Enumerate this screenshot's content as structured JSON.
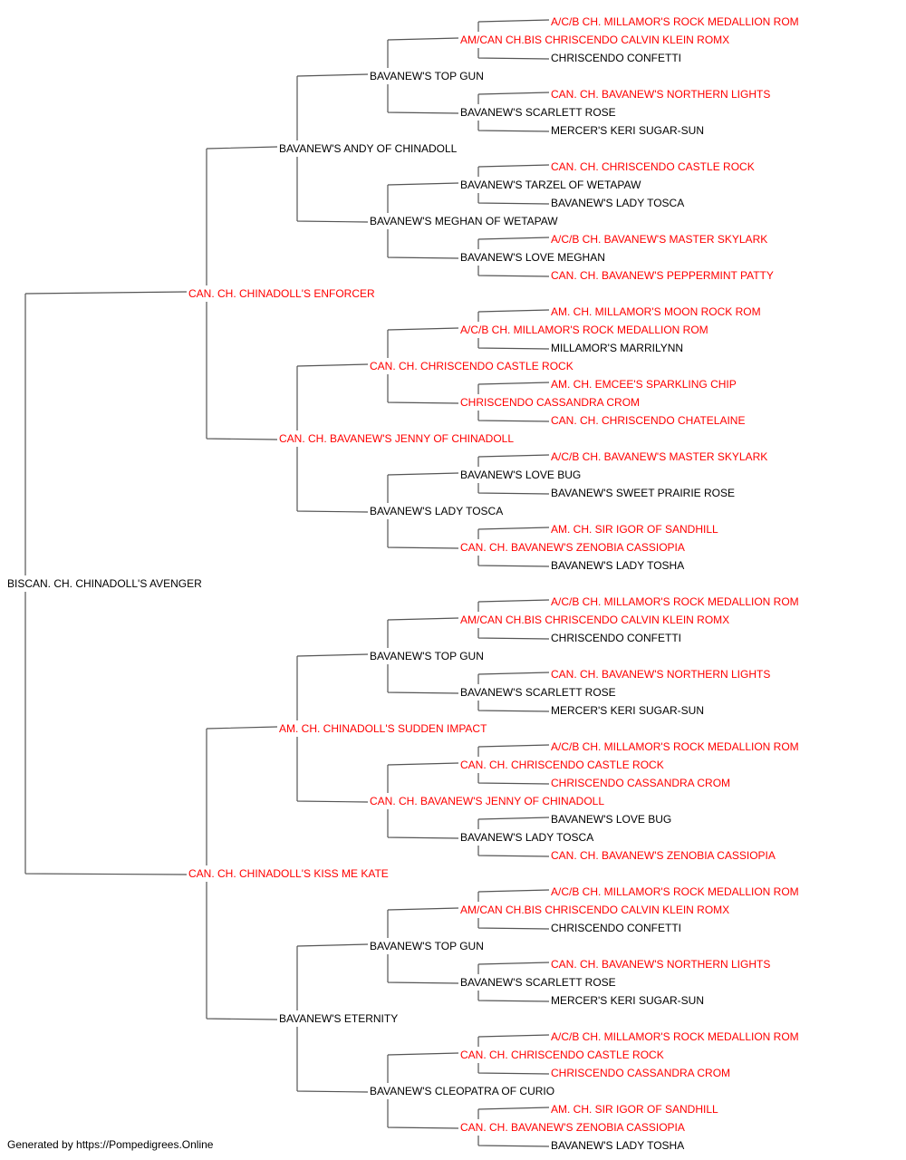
{
  "colors": {
    "champion": "#ff0000",
    "normal": "#000000",
    "line": "#555555"
  },
  "pedigree": [
    {
      "gen": 0,
      "name": "BISCAN. CH. CHINADOLL'S AVENGER",
      "champion": false
    },
    {
      "gen": 1,
      "name": "CAN. CH. CHINADOLL'S ENFORCER",
      "champion": true
    },
    {
      "gen": 2,
      "name": "BAVANEW'S ANDY OF CHINADOLL",
      "champion": false
    },
    {
      "gen": 3,
      "name": "BAVANEW'S TOP GUN",
      "champion": false
    },
    {
      "gen": 4,
      "name": "AM/CAN CH.BIS CHRISCENDO CALVIN KLEIN ROMX",
      "champion": true
    },
    {
      "gen": 5,
      "name": "A/C/B CH. MILLAMOR'S ROCK MEDALLION ROM",
      "champion": true
    },
    {
      "gen": 5,
      "name": "CHRISCENDO CONFETTI",
      "champion": false
    },
    {
      "gen": 4,
      "name": "BAVANEW'S SCARLETT ROSE",
      "champion": false
    },
    {
      "gen": 5,
      "name": "CAN. CH. BAVANEW'S NORTHERN LIGHTS",
      "champion": true
    },
    {
      "gen": 5,
      "name": "MERCER'S KERI SUGAR-SUN",
      "champion": false
    },
    {
      "gen": 3,
      "name": "BAVANEW'S MEGHAN OF WETAPAW",
      "champion": false
    },
    {
      "gen": 4,
      "name": "BAVANEW'S TARZEL OF WETAPAW",
      "champion": false
    },
    {
      "gen": 5,
      "name": "CAN. CH. CHRISCENDO CASTLE ROCK",
      "champion": true
    },
    {
      "gen": 5,
      "name": "BAVANEW'S LADY TOSCA",
      "champion": false
    },
    {
      "gen": 4,
      "name": "BAVANEW'S LOVE MEGHAN",
      "champion": false
    },
    {
      "gen": 5,
      "name": "A/C/B CH. BAVANEW'S MASTER SKYLARK",
      "champion": true
    },
    {
      "gen": 5,
      "name": "CAN. CH. BAVANEW'S PEPPERMINT PATTY",
      "champion": true
    },
    {
      "gen": 2,
      "name": "CAN. CH. BAVANEW'S JENNY OF CHINADOLL",
      "champion": true
    },
    {
      "gen": 3,
      "name": "CAN. CH. CHRISCENDO CASTLE ROCK",
      "champion": true
    },
    {
      "gen": 4,
      "name": "A/C/B CH. MILLAMOR'S ROCK MEDALLION ROM",
      "champion": true
    },
    {
      "gen": 5,
      "name": "AM. CH. MILLAMOR'S MOON ROCK ROM",
      "champion": true
    },
    {
      "gen": 5,
      "name": "MILLAMOR'S MARRILYNN",
      "champion": false
    },
    {
      "gen": 4,
      "name": "CHRISCENDO CASSANDRA CROM",
      "champion": true
    },
    {
      "gen": 5,
      "name": "AM. CH. EMCEE'S SPARKLING CHIP",
      "champion": true
    },
    {
      "gen": 5,
      "name": "CAN. CH. CHRISCENDO CHATELAINE",
      "champion": true
    },
    {
      "gen": 3,
      "name": "BAVANEW'S LADY TOSCA",
      "champion": false
    },
    {
      "gen": 4,
      "name": "BAVANEW'S LOVE BUG",
      "champion": false
    },
    {
      "gen": 5,
      "name": "A/C/B CH. BAVANEW'S MASTER SKYLARK",
      "champion": true
    },
    {
      "gen": 5,
      "name": "BAVANEW'S SWEET PRAIRIE ROSE",
      "champion": false
    },
    {
      "gen": 4,
      "name": "CAN. CH. BAVANEW'S ZENOBIA CASSIOPIA",
      "champion": true
    },
    {
      "gen": 5,
      "name": "AM. CH. SIR IGOR OF SANDHILL",
      "champion": true
    },
    {
      "gen": 5,
      "name": "BAVANEW'S LADY TOSHA",
      "champion": false
    },
    {
      "gen": 1,
      "name": "CAN. CH. CHINADOLL'S KISS ME KATE",
      "champion": true
    },
    {
      "gen": 2,
      "name": "AM. CH. CHINADOLL'S SUDDEN IMPACT",
      "champion": true
    },
    {
      "gen": 3,
      "name": "BAVANEW'S TOP GUN",
      "champion": false
    },
    {
      "gen": 4,
      "name": "AM/CAN CH.BIS CHRISCENDO CALVIN KLEIN ROMX",
      "champion": true
    },
    {
      "gen": 5,
      "name": "A/C/B CH. MILLAMOR'S ROCK MEDALLION ROM",
      "champion": true
    },
    {
      "gen": 5,
      "name": "CHRISCENDO CONFETTI",
      "champion": false
    },
    {
      "gen": 4,
      "name": "BAVANEW'S SCARLETT ROSE",
      "champion": false
    },
    {
      "gen": 5,
      "name": "CAN. CH. BAVANEW'S NORTHERN LIGHTS",
      "champion": true
    },
    {
      "gen": 5,
      "name": "MERCER'S KERI SUGAR-SUN",
      "champion": false
    },
    {
      "gen": 3,
      "name": "CAN. CH. BAVANEW'S JENNY OF CHINADOLL",
      "champion": true
    },
    {
      "gen": 4,
      "name": "CAN. CH. CHRISCENDO CASTLE ROCK",
      "champion": true
    },
    {
      "gen": 5,
      "name": "A/C/B CH. MILLAMOR'S ROCK MEDALLION ROM",
      "champion": true
    },
    {
      "gen": 5,
      "name": "CHRISCENDO CASSANDRA CROM",
      "champion": true
    },
    {
      "gen": 4,
      "name": "BAVANEW'S LADY TOSCA",
      "champion": false
    },
    {
      "gen": 5,
      "name": "BAVANEW'S LOVE BUG",
      "champion": false
    },
    {
      "gen": 5,
      "name": "CAN. CH. BAVANEW'S ZENOBIA CASSIOPIA",
      "champion": true
    },
    {
      "gen": 2,
      "name": "BAVANEW'S ETERNITY",
      "champion": false
    },
    {
      "gen": 3,
      "name": "BAVANEW'S TOP GUN",
      "champion": false
    },
    {
      "gen": 4,
      "name": "AM/CAN CH.BIS CHRISCENDO CALVIN KLEIN ROMX",
      "champion": true
    },
    {
      "gen": 5,
      "name": "A/C/B CH. MILLAMOR'S ROCK MEDALLION ROM",
      "champion": true
    },
    {
      "gen": 5,
      "name": "CHRISCENDO CONFETTI",
      "champion": false
    },
    {
      "gen": 4,
      "name": "BAVANEW'S SCARLETT ROSE",
      "champion": false
    },
    {
      "gen": 5,
      "name": "CAN. CH. BAVANEW'S NORTHERN LIGHTS",
      "champion": true
    },
    {
      "gen": 5,
      "name": "MERCER'S KERI SUGAR-SUN",
      "champion": false
    },
    {
      "gen": 3,
      "name": "BAVANEW'S CLEOPATRA OF CURIO",
      "champion": false
    },
    {
      "gen": 4,
      "name": "CAN. CH. CHRISCENDO CASTLE ROCK",
      "champion": true
    },
    {
      "gen": 5,
      "name": "A/C/B CH. MILLAMOR'S ROCK MEDALLION ROM",
      "champion": true
    },
    {
      "gen": 5,
      "name": "CHRISCENDO CASSANDRA CROM",
      "champion": true
    },
    {
      "gen": 4,
      "name": "CAN. CH. BAVANEW'S ZENOBIA CASSIOPIA",
      "champion": true
    },
    {
      "gen": 5,
      "name": "AM. CH. SIR IGOR OF SANDHILL",
      "champion": true
    },
    {
      "gen": 5,
      "name": "BAVANEW'S LADY TOSHA",
      "champion": false
    }
  ],
  "footer": "Generated by https://Pompedigrees.Online"
}
